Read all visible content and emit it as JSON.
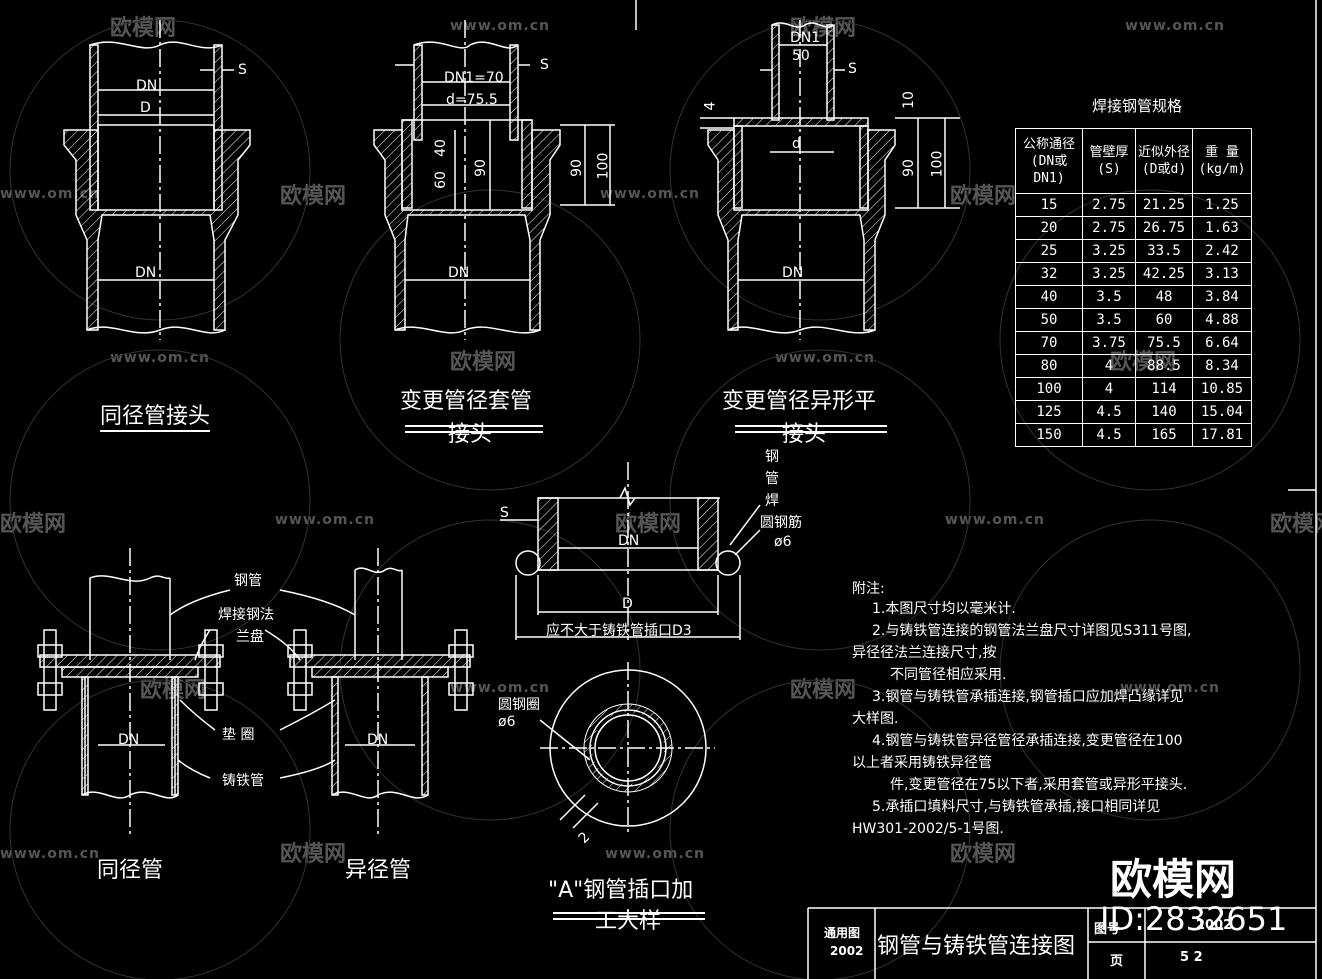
{
  "watermark": {
    "brand": "欧模网",
    "url": "www.om.cn"
  },
  "fig1": {
    "caption": "同径管接头",
    "dn_top": "DN",
    "d": "D",
    "s": "S",
    "dn_bottom": "DN"
  },
  "fig2": {
    "caption_1": "变更管径套管",
    "caption_2": "接头",
    "dn1": "DN1=70",
    "d_inner": "d=75.5",
    "s": "S",
    "dim_40": "40",
    "dim_60": "60",
    "dim_90a": "90",
    "dim_90b": "90",
    "dim_100": "100",
    "dn_bottom": "DN"
  },
  "fig3": {
    "caption_1": "变更管径异形平",
    "caption_2": "接头",
    "dn1": "DN1",
    "dn1_val": "50",
    "s": "S",
    "d": "d",
    "dim_4": "4",
    "dim_10": "10",
    "dim_90": "90",
    "dim_100": "100",
    "dn_bottom": "DN"
  },
  "table": {
    "title": "焊接钢管规格",
    "headers": [
      "公称通径(DN或DN1)",
      "管壁厚(S)",
      "近似外径(D或d)",
      "重 量(kg/m)"
    ],
    "rows": [
      [
        "15",
        "2.75",
        "21.25",
        "1.25"
      ],
      [
        "20",
        "2.75",
        "26.75",
        "1.63"
      ],
      [
        "25",
        "3.25",
        "33.5",
        "2.42"
      ],
      [
        "32",
        "3.25",
        "42.25",
        "3.13"
      ],
      [
        "40",
        "3.5",
        "48",
        "3.84"
      ],
      [
        "50",
        "3.5",
        "60",
        "4.88"
      ],
      [
        "70",
        "3.75",
        "75.5",
        "6.64"
      ],
      [
        "80",
        "4",
        "88.5",
        "8.34"
      ],
      [
        "100",
        "4",
        "114",
        "10.85"
      ],
      [
        "125",
        "4.5",
        "140",
        "15.04"
      ],
      [
        "150",
        "4.5",
        "165",
        "17.81"
      ]
    ]
  },
  "flange": {
    "label_steel": "钢管",
    "label_flange_1": "焊接钢法",
    "label_flange_2": "兰盘",
    "label_gasket": "垫  圈",
    "label_cast": "铸铁管",
    "dn_left": "DN",
    "dn_right": "DN",
    "caption_left": "同径管",
    "caption_right": "异径管"
  },
  "detail": {
    "s": "S",
    "dn": "DN",
    "d": "D",
    "note": "应不大于铸铁管插口D3",
    "weld_1": "钢",
    "weld_2": "管",
    "weld_3": "焊",
    "weld_4": "圆钢筋",
    "weld_5": "ø6",
    "ring_1": "圆钢圈",
    "ring_2": "ø6",
    "gap": "2",
    "caption_1": "\"A\"钢管插口加",
    "caption_2": "工大样"
  },
  "notes": {
    "heading": "附注:",
    "lines": [
      "1.本图尺寸均以毫米计.",
      "2.与铸铁管连接的钢管法兰盘尺寸详图见S311号图,",
      "异径径法兰连接尺寸,按",
      "不同管径相应采用.",
      "3.钢管与铸铁管承插连接,钢管插口应加焊凸缘详见",
      "大样图.",
      "4.钢管与铸铁管异径管径承插连接,变更管径在100",
      "以上者采用铸铁异径管",
      "件,变更管径在75以下者,采用套管或异形平接头.",
      "5.承插口填料尺寸,与铸铁管承插,接口相同详见",
      "HW301-2002/5-1号图."
    ]
  },
  "titleblock": {
    "cell_1": "通用图",
    "cell_2": "2002",
    "title": "钢管与铸铁管连接图",
    "tuhao": "图号",
    "tuhao_val": "2002",
    "ye": "页",
    "ye_val": "5 2"
  },
  "corner": {
    "brand": "欧模网",
    "id": "ID:2832651"
  }
}
